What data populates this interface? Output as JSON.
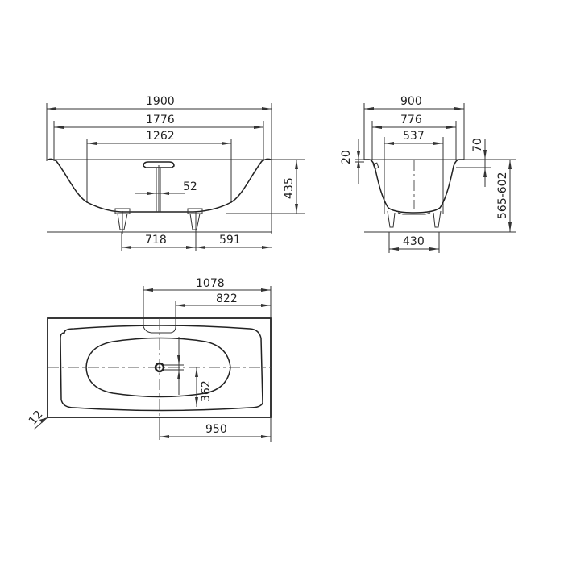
{
  "diagram": {
    "type": "technical-drawing",
    "subject": "bathtub dimensions (mm)",
    "colors": {
      "line": "#333333",
      "background": "#ffffff"
    },
    "side_view": {
      "dims": {
        "overall_length": "1900",
        "inner_length_rim": "1776",
        "inner_length_bottom": "1262",
        "drain_width": "52",
        "height": "435",
        "foot_spacing": "718",
        "foot_to_end": "591"
      }
    },
    "end_view": {
      "dims": {
        "overall_width": "900",
        "inner_width_rim": "776",
        "inner_width_bottom": "537",
        "rim_thickness": "20",
        "rim_depth": "70",
        "installed_height": "565-602",
        "foot_spacing": "430"
      }
    },
    "top_view": {
      "dims": {
        "overflow_from_end": "1078",
        "overflow_inner_from_end": "822",
        "drain_offset": "362",
        "drain_from_end": "950",
        "corner_radius": "12"
      }
    }
  }
}
